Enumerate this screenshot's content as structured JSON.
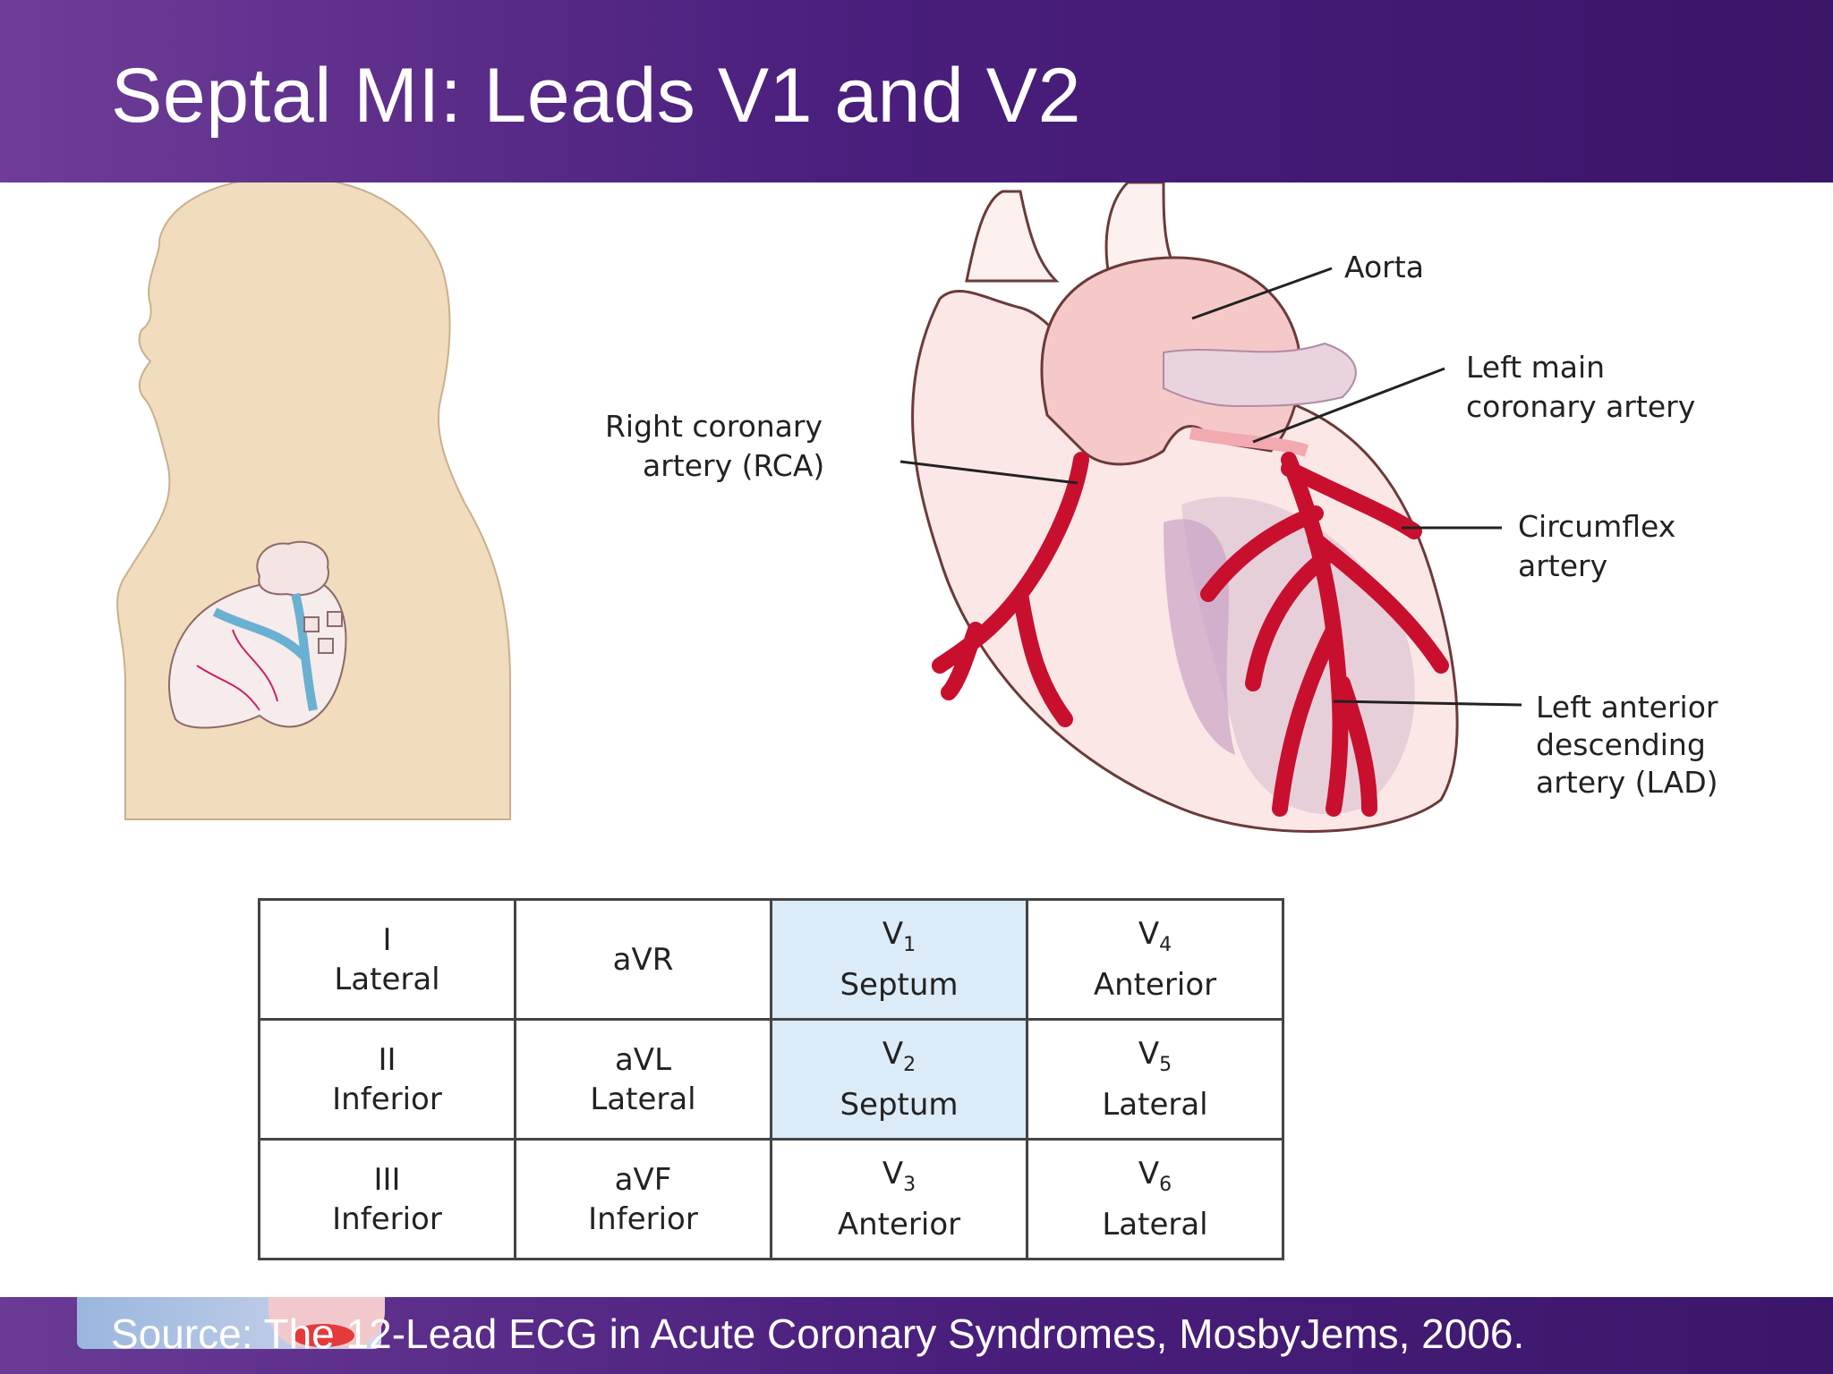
{
  "slide": {
    "title": "Septal MI: Leads V1 and V2",
    "source": "Source: The 12-Lead ECG in Acute Coronary Syndromes, MosbyJems, 2006."
  },
  "heart_labels": {
    "aorta": "Aorta",
    "left_main_1": "Left main",
    "left_main_2": "coronary artery",
    "rca_1": "Right coronary",
    "rca_2": "artery (RCA)",
    "circumflex_1": "Circumflex",
    "circumflex_2": "artery",
    "lad_1": "Left anterior",
    "lad_2": "descending",
    "lad_3": "artery (LAD)"
  },
  "lead_table": {
    "rows": [
      [
        {
          "lead": "I",
          "sub": "",
          "region": "Lateral",
          "highlight": false
        },
        {
          "lead": "aVR",
          "sub": "",
          "region": "",
          "highlight": false
        },
        {
          "lead": "V",
          "sub": "1",
          "region": "Septum",
          "highlight": true
        },
        {
          "lead": "V",
          "sub": "4",
          "region": "Anterior",
          "highlight": false
        }
      ],
      [
        {
          "lead": "II",
          "sub": "",
          "region": "Inferior",
          "highlight": false
        },
        {
          "lead": "aVL",
          "sub": "",
          "region": "Lateral",
          "highlight": false
        },
        {
          "lead": "V",
          "sub": "2",
          "region": "Septum",
          "highlight": true
        },
        {
          "lead": "V",
          "sub": "5",
          "region": "Lateral",
          "highlight": false
        }
      ],
      [
        {
          "lead": "III",
          "sub": "",
          "region": "Inferior",
          "highlight": false
        },
        {
          "lead": "aVF",
          "sub": "",
          "region": "Inferior",
          "highlight": false
        },
        {
          "lead": "V",
          "sub": "3",
          "region": "Anterior",
          "highlight": false
        },
        {
          "lead": "V",
          "sub": "6",
          "region": "Lateral",
          "highlight": false
        }
      ]
    ]
  },
  "colors": {
    "header": "#4a1f7d",
    "highlight": "#dcebf8",
    "artery": "#c8102e",
    "skin": "#f1dcbd"
  }
}
